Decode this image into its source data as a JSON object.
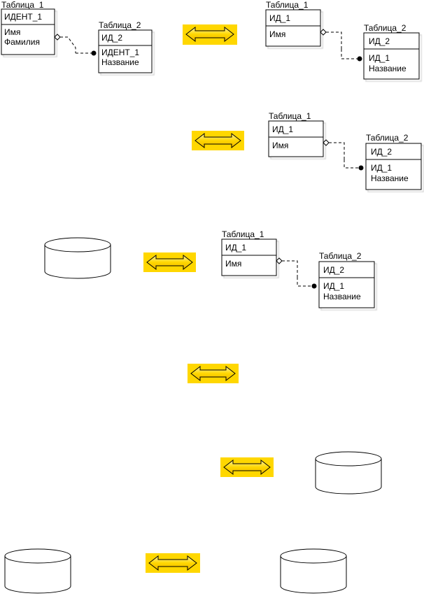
{
  "colors": {
    "arrow_fill": "#ffd700",
    "arrow_highlight": "#fff5b0",
    "line": "#000000",
    "table_shadow": "#b0b0b0"
  },
  "tables": {
    "t1_title": "Таблица_1",
    "t2_title": "Таблица_2",
    "ident_1": "ИДЕНТ_1",
    "id_1": "ИД_1",
    "id_2": "ИД_2",
    "name": "Имя",
    "surname": "Фамилия",
    "title": "Название"
  }
}
